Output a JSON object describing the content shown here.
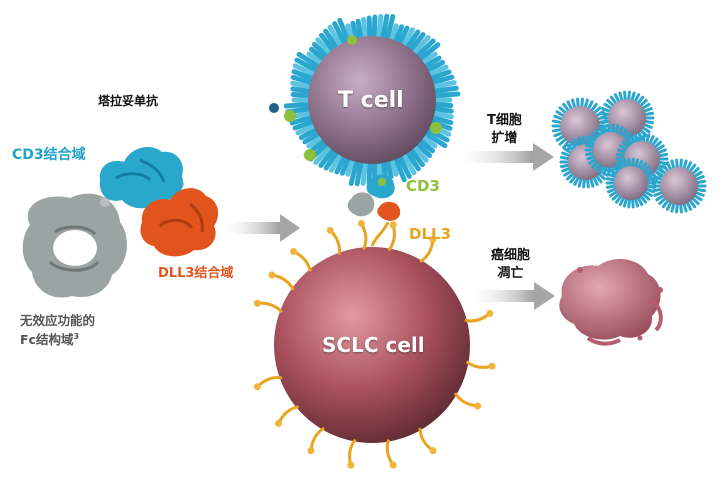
{
  "labels": {
    "drug_name": "塔拉妥单抗",
    "cd3_domain": "CD3结合域",
    "dll3_domain": "DLL3结合域",
    "fc_line1": "无效应功能的",
    "fc_line2": "Fc结构域",
    "fc_sup": "3",
    "t_cell": "T cell",
    "cd3": "CD3",
    "dll3": "DLL3",
    "sclc_cell": "SCLC cell",
    "t_expand_line1": "T细胞",
    "t_expand_line2": "扩增",
    "apoptosis_line1": "癌细胞",
    "apoptosis_line2": "凋亡"
  },
  "colors": {
    "cd3": "#1fa3c8",
    "dll3": "#e0551e",
    "dll3_label": "#e8a320",
    "cd3_label": "#8dc03c",
    "fc": "#8f9a98",
    "t_cell_spikes": "#2aa6cf",
    "t_cell_body": "#9a7e95",
    "sclc_body": "#b45a68",
    "arrow": "#c8c8c8"
  }
}
